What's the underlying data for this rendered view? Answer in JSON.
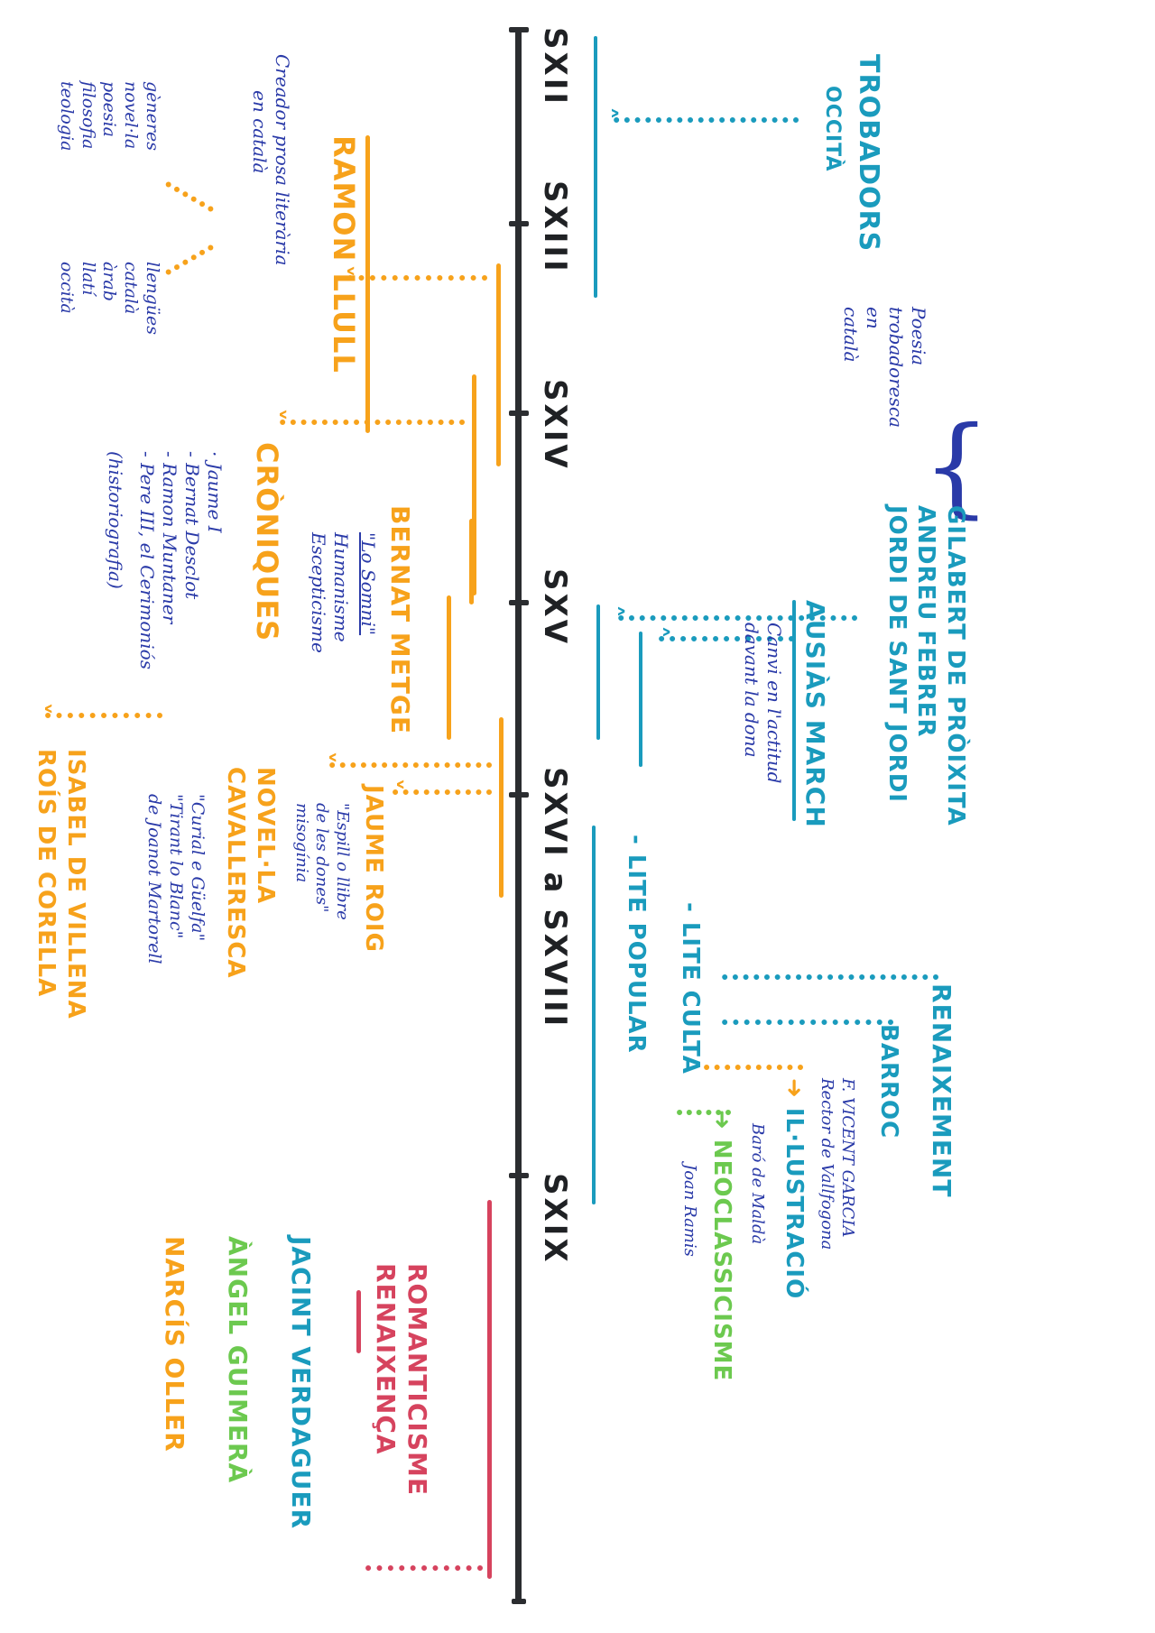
{
  "title": "Història de la literatura catalana — línia del temps",
  "colors": {
    "spine": "#2b2d30",
    "teal": "#1a9bbd",
    "orange": "#f7a21b",
    "green": "#6cc94f",
    "pink": "#d6435e",
    "ink_blue": "#2a3aa8"
  },
  "timeline": {
    "centuries": [
      "SXII",
      "SXIII",
      "SXIV",
      "SXV",
      "SXVI a SXVIII",
      "SXIX"
    ]
  },
  "upper": {
    "trobadors": {
      "title": "TROBADORS",
      "subtitle": "OCCITÀ"
    },
    "poesia_trobadoresca": {
      "note": [
        "Poesia",
        "trobadoresca",
        "en",
        "català"
      ],
      "authors": [
        "GILABERT DE PRÒIXITA",
        "ANDREU FEBRER",
        "JORDI DE SANT JORDI"
      ]
    },
    "ausias_march": {
      "name": "AUSIÀS MARCH",
      "note": [
        "Canvi en l'actitud",
        "davant la dona"
      ]
    },
    "modern": {
      "renaixement": "RENAIXEMENT",
      "barroc": "BARROC",
      "barroc_author": [
        "F. VICENT GARCIA",
        "Rector de Vallfogona"
      ],
      "illustracio": "IL·LUSTRACIÓ",
      "illustracio_author": "Baró de Maldà",
      "neoclassicisme": "NEOCLASSICISME",
      "neoclassicisme_author": "Joan Ramis",
      "lite_culta": "- LITE CULTA",
      "lite_popular": "- LITE POPULAR"
    }
  },
  "lower": {
    "ramon_llull": {
      "name": "RAMON LLULL",
      "note": [
        "Creador prosa literària",
        "en català"
      ],
      "generes_label": "gèneres",
      "generes": [
        "novel·la",
        "poesia",
        "filosofia",
        "teologia"
      ],
      "llengues_label": "llengües",
      "llengues": [
        "català",
        "àrab",
        "llatí",
        "occità"
      ]
    },
    "croniques": {
      "title": "CRÒNIQUES",
      "items": [
        "· Jaume I",
        "- Bernat Desclot",
        "- Ramon Muntaner",
        "- Pere III, el Cerimoniós"
      ],
      "note": "(historiografia)"
    },
    "bernat_metge": {
      "name": "BERNAT METGE",
      "work": "\"Lo Somni\"",
      "traits": [
        "Humanisme",
        "Escepticisme"
      ]
    },
    "jaume_roig": {
      "name": "JAUME ROIG",
      "work": [
        "\"Espill o llibre",
        "de les dones\"",
        "misogínia"
      ]
    },
    "novella_cavalleresca": {
      "title": [
        "NOVEL·LA",
        "CAVALLERESCA"
      ],
      "works": [
        "\"Curial e Güelfa\"",
        "\"Tirant lo Blanc\"",
        "de Joanot Martorell"
      ]
    },
    "isabel_de_villena": {
      "name": [
        "ISABEL DE VILLENA",
        "ROÍS DE CORELLA"
      ]
    }
  },
  "sxix": {
    "movements": [
      "ROMANTICISME",
      "RENAIXENÇA"
    ],
    "authors": [
      "JACINT VERDAGUER",
      "ÀNGEL GUIMERÀ",
      "NARCÍS OLLER"
    ]
  }
}
